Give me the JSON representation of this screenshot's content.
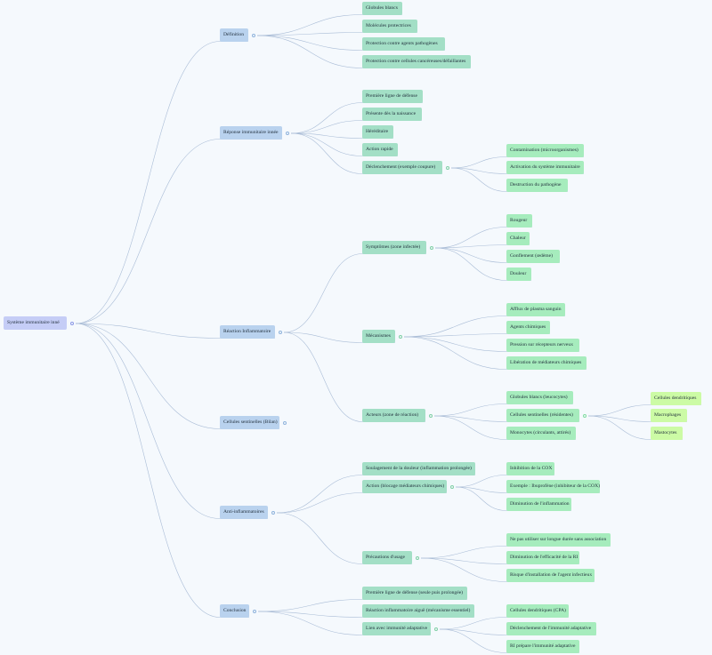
{
  "diagram": {
    "root": {
      "label": "Système immunitaire inné",
      "children": [
        {
          "label": "Définition",
          "children": [
            {
              "label": "Globules blancs"
            },
            {
              "label": "Molécules protectrices"
            },
            {
              "label": "Protection contre agents pathogènes"
            },
            {
              "label": "Protection contre cellules cancéreuses/défaillantes"
            }
          ]
        },
        {
          "label": "Réponse immunitaire innée",
          "children": [
            {
              "label": "Première ligne de défense"
            },
            {
              "label": "Présente dès la naissance"
            },
            {
              "label": "Héréditaire"
            },
            {
              "label": "Action rapide"
            },
            {
              "label": "Déclenchement (exemple coupure)",
              "children": [
                {
                  "label": "Contamination (microorganismes)"
                },
                {
                  "label": "Activation du système immunitaire"
                },
                {
                  "label": "Destruction du pathogène"
                }
              ]
            }
          ]
        },
        {
          "label": "Réaction Inflammatoire",
          "children": [
            {
              "label": "Symptômes (zone infectée)",
              "children": [
                {
                  "label": "Rougeur"
                },
                {
                  "label": "Chaleur"
                },
                {
                  "label": "Gonflement (œdème)"
                },
                {
                  "label": "Douleur"
                }
              ]
            },
            {
              "label": "Mécanismes",
              "children": [
                {
                  "label": "Afflux de plasma sanguin"
                },
                {
                  "label": "Agents chimiques"
                },
                {
                  "label": "Pression sur récepteurs nerveux"
                },
                {
                  "label": "Libération de médiateurs chimiques"
                }
              ]
            },
            {
              "label": "Acteurs (zone de réaction)",
              "children": [
                {
                  "label": "Globules blancs (leucocytes)"
                },
                {
                  "label": "Cellules sentinelles (résidentes)",
                  "children": [
                    {
                      "label": "Cellules dendritiques"
                    },
                    {
                      "label": "Macrophages"
                    },
                    {
                      "label": "Mastocytes"
                    }
                  ]
                },
                {
                  "label": "Monocytes (circulants, attirés)"
                }
              ]
            }
          ]
        },
        {
          "label": "Cellules sentinelles (Bilan)",
          "collapsed": true
        },
        {
          "label": "Anti-inflammatoires",
          "children": [
            {
              "label": "Soulagement de la douleur (inflammation prolongée)"
            },
            {
              "label": "Action (blocage médiateurs chimiques)",
              "children": [
                {
                  "label": "Inhibition de la COX"
                },
                {
                  "label": "Exemple : Ibuprofène (inhibiteur de la COX)"
                },
                {
                  "label": "Diminution de l'inflammation"
                }
              ]
            },
            {
              "label": "Précautions d'usage",
              "children": [
                {
                  "label": "Ne pas utiliser sur longue durée sans association"
                },
                {
                  "label": "Diminution de l'efficacité de la RI"
                },
                {
                  "label": "Risque d'installation de l'agent infectieux"
                }
              ]
            }
          ]
        },
        {
          "label": "Conclusion",
          "children": [
            {
              "label": "Première ligne de défense (seule puis prolongée)"
            },
            {
              "label": "Réaction inflammatoire aiguë (mécanisme essentiel)"
            },
            {
              "label": "Lien avec immunité adaptative",
              "children": [
                {
                  "label": "Cellules dendritiques (CPA)"
                },
                {
                  "label": "Déclenchement de l'immunité adaptative"
                },
                {
                  "label": "RI prépare l'immunité adaptative"
                }
              ]
            }
          ]
        }
      ]
    }
  },
  "colors": {
    "link": "#a9bcd6",
    "toggle_depth0": "#8b98e6",
    "toggle_depth1": "#8fb3dc",
    "toggle_depth2": "#7fcfa5",
    "toggle_depth3": "#7fdca0"
  }
}
